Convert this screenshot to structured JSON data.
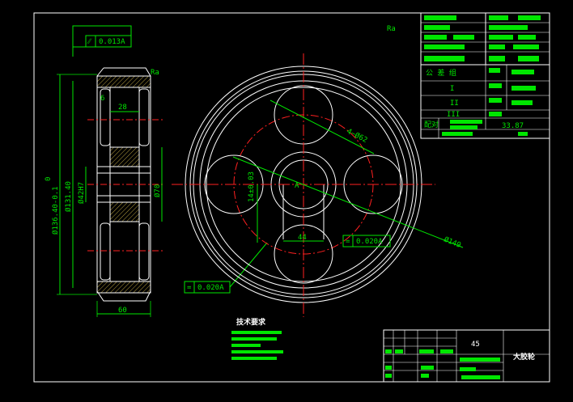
{
  "drawing": {
    "colors": {
      "background": "#000000",
      "outline": "#ffffff",
      "dimension": "#00e600",
      "centerline": "#ff2020",
      "hatch": "#b8a040"
    },
    "side_view": {
      "flatness_tol": "0.013A",
      "dim_outer": "Ø136.40-0.1",
      "dim_zero": "0",
      "dim_pitch": "Ø131.40",
      "dim_bore": "Ø42H7",
      "dim_hub": "Ø70",
      "dim_28": "28",
      "dim_6": "6",
      "dim_60": "60",
      "runout_tol": "0.020A",
      "datum": "A"
    },
    "front_view": {
      "dim_keyway": "14±0.03",
      "dim_44": "44",
      "dim_hole_circle": "4−Ø62",
      "dim_r149": "Ø149",
      "tol": "0.020A"
    },
    "tech_req": {
      "title": "技术要求"
    },
    "title_block": {
      "material": "45",
      "part_name": "大胶轮"
    },
    "param_table": {
      "row_label_1": "公 差 组",
      "row_label_2": "I",
      "row_label_3": "II",
      "row_label_4": "III",
      "row_label_5": "配对",
      "value_1": "33.87"
    },
    "roughness": "Ra"
  }
}
